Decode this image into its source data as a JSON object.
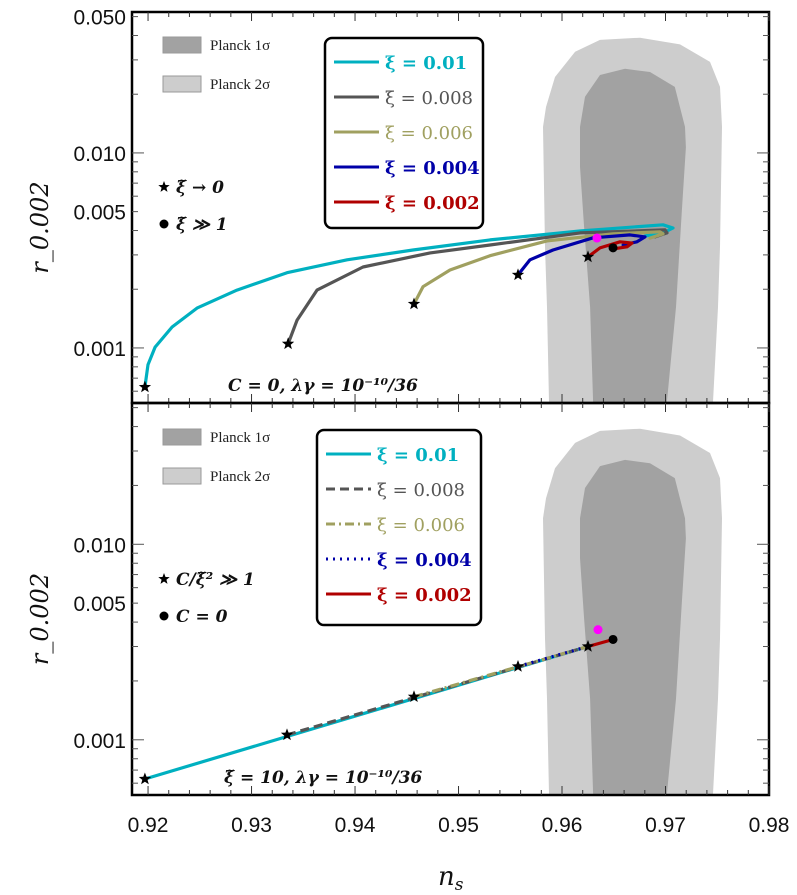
{
  "chart_data": {
    "type": "line",
    "xlabel": "n_s",
    "xlim": [
      0.91845,
      0.98
    ],
    "xticks": [
      "0.92",
      "0.93",
      "0.94",
      "0.95",
      "0.96",
      "0.97",
      "0.98"
    ],
    "xtick_values": [
      0.92,
      0.93,
      0.94,
      0.95,
      0.96,
      0.97,
      0.98
    ],
    "yscale": "log",
    "colors": {
      "c001": "#00b0c0",
      "c0008": "#555555",
      "c0006": "#a0a060",
      "c0004": "#0000a8",
      "c0002": "#b00000",
      "planck1": "#a2a2a2",
      "planck2": "#cdcdcd",
      "magenta": "#ff00ff"
    },
    "contours": {
      "planck_2sigma": [
        [
          0.95874,
          0.000529
        ],
        [
          0.95855,
          0.00162
        ],
        [
          0.95836,
          0.0033
        ],
        [
          0.95816,
          0.0136
        ],
        [
          0.95845,
          0.0172
        ],
        [
          0.95932,
          0.0245
        ],
        [
          0.96126,
          0.033
        ],
        [
          0.96367,
          0.038
        ],
        [
          0.96754,
          0.039
        ],
        [
          0.9714,
          0.036
        ],
        [
          0.9743,
          0.0293
        ],
        [
          0.97527,
          0.0218
        ],
        [
          0.97546,
          0.0136
        ],
        [
          0.97527,
          0.0033
        ],
        [
          0.97507,
          0.00162
        ],
        [
          0.97459,
          0.000529
        ]
      ],
      "planck_1sigma": [
        [
          0.963,
          0.000529
        ],
        [
          0.96271,
          0.00162
        ],
        [
          0.96213,
          0.00417
        ],
        [
          0.96174,
          0.0085
        ],
        [
          0.96174,
          0.0136
        ],
        [
          0.96222,
          0.0194
        ],
        [
          0.96367,
          0.0251
        ],
        [
          0.96609,
          0.027
        ],
        [
          0.9685,
          0.026
        ],
        [
          0.9709,
          0.0218
        ],
        [
          0.97188,
          0.0136
        ],
        [
          0.97197,
          0.0107
        ],
        [
          0.97158,
          0.0051
        ],
        [
          0.97101,
          0.00162
        ],
        [
          0.97013,
          0.000529
        ]
      ]
    },
    "panels": [
      {
        "ylabel": "r_0.002",
        "ylim": [
          0.000522,
          0.0528
        ],
        "yticks": [
          "0.050",
          "0.010",
          "0.005",
          "0.001"
        ],
        "ytick_values": [
          0.05,
          0.01,
          0.005,
          0.001
        ],
        "planck_legend": [
          "Planck 1σ",
          "Planck 2σ"
        ],
        "marker_legend": [
          {
            "marker": "star",
            "label": "ξ̃ → 0"
          },
          {
            "marker": "dot",
            "label": "ξ̃ ≫ 1"
          }
        ],
        "annotation": "C = 0,  λγ = 10⁻¹⁰/36",
        "series": [
          {
            "name": "ξ = 0.01",
            "color": "#00b0c0",
            "style": "solid",
            "points": [
              [
                0.9197,
                0.00063
              ],
              [
                0.92,
                0.00082
              ],
              [
                0.92068,
                0.00101
              ],
              [
                0.92232,
                0.00128
              ],
              [
                0.92473,
                0.0016
              ],
              [
                0.9286,
                0.00198
              ],
              [
                0.93343,
                0.00243
              ],
              [
                0.93923,
                0.00283
              ],
              [
                0.9456,
                0.00318
              ],
              [
                0.95304,
                0.00358
              ],
              [
                0.96174,
                0.00398
              ],
              [
                0.96976,
                0.00428
              ],
              [
                0.97072,
                0.00412
              ],
              [
                0.96976,
                0.00389
              ],
              [
                0.96802,
                0.00375
              ]
            ]
          },
          {
            "name": "ξ = 0.008",
            "color": "#555555",
            "style": "solid",
            "points": [
              [
                0.93353,
                0.00105
              ],
              [
                0.9344,
                0.00139
              ],
              [
                0.93633,
                0.00198
              ],
              [
                0.94077,
                0.0026
              ],
              [
                0.94725,
                0.00307
              ],
              [
                0.95304,
                0.00337
              ],
              [
                0.96174,
                0.00389
              ],
              [
                0.96995,
                0.00403
              ],
              [
                0.97014,
                0.00389
              ],
              [
                0.96899,
                0.00371
              ]
            ]
          },
          {
            "name": "ξ = 0.006",
            "color": "#a0a060",
            "style": "solid",
            "points": [
              [
                0.9457,
                0.00168
              ],
              [
                0.94657,
                0.00206
              ],
              [
                0.94918,
                0.00251
              ],
              [
                0.95304,
                0.00297
              ],
              [
                0.95855,
                0.00354
              ],
              [
                0.96493,
                0.00385
              ],
              [
                0.96947,
                0.00394
              ],
              [
                0.96976,
                0.00385
              ],
              [
                0.9685,
                0.00366
              ]
            ]
          },
          {
            "name": "ξ = 0.004",
            "color": "#0000a8",
            "style": "solid",
            "points": [
              [
                0.95575,
                0.00237
              ],
              [
                0.95691,
                0.00283
              ],
              [
                0.95913,
                0.00318
              ],
              [
                0.963,
                0.00367
              ],
              [
                0.96657,
                0.0038
              ],
              [
                0.96802,
                0.00371
              ],
              [
                0.96725,
                0.0035
              ],
              [
                0.9659,
                0.00337
              ]
            ]
          },
          {
            "name": "ξ = 0.002",
            "color": "#b00000",
            "style": "solid",
            "points": [
              [
                0.96251,
                0.00293
              ],
              [
                0.96367,
                0.00326
              ],
              [
                0.9656,
                0.0035
              ],
              [
                0.96676,
                0.00345
              ],
              [
                0.96628,
                0.0033
              ],
              [
                0.96493,
                0.00322
              ]
            ]
          }
        ],
        "stars": [
          [
            0.9197,
            0.00063
          ],
          [
            0.93353,
            0.00105
          ],
          [
            0.9457,
            0.00168
          ],
          [
            0.95575,
            0.00237
          ],
          [
            0.96251,
            0.00293
          ]
        ],
        "dots": [
          [
            0.96493,
            0.00326
          ]
        ],
        "magenta_dots": [
          [
            0.96338,
            0.00366
          ]
        ]
      },
      {
        "ylabel": "r_0.002",
        "ylim": [
          0.000522,
          0.0528
        ],
        "yticks": [
          "0.010",
          "0.005",
          "0.001"
        ],
        "ytick_values": [
          0.01,
          0.005,
          0.001
        ],
        "planck_legend": [
          "Planck 1σ",
          "Planck 2σ"
        ],
        "marker_legend": [
          {
            "marker": "star",
            "label": "C/ξ̃² ≫ 1"
          },
          {
            "marker": "dot",
            "label": "C = 0"
          }
        ],
        "annotation": "ξ̃ = 10,  λγ = 10⁻¹⁰/36",
        "series": [
          {
            "name": "ξ = 0.01",
            "color": "#00b0c0",
            "style": "solid",
            "points": [
              [
                0.9197,
                0.00063
              ],
              [
                0.96251,
                0.003
              ]
            ]
          },
          {
            "name": "ξ = 0.008",
            "color": "#555555",
            "style": "dashed",
            "points": [
              [
                0.93343,
                0.00106
              ],
              [
                0.96251,
                0.003
              ]
            ]
          },
          {
            "name": "ξ = 0.006",
            "color": "#a0a060",
            "style": "dashdot",
            "points": [
              [
                0.9457,
                0.00166
              ],
              [
                0.96251,
                0.003
              ]
            ]
          },
          {
            "name": "ξ = 0.004",
            "color": "#0000a8",
            "style": "dotted",
            "points": [
              [
                0.95575,
                0.00237
              ],
              [
                0.96251,
                0.003
              ]
            ]
          },
          {
            "name": "ξ = 0.002",
            "color": "#b00000",
            "style": "solid",
            "points": [
              [
                0.96251,
                0.003
              ],
              [
                0.96493,
                0.00326
              ]
            ]
          }
        ],
        "stars": [
          [
            0.9197,
            0.00063
          ],
          [
            0.93343,
            0.00106
          ],
          [
            0.9457,
            0.00166
          ],
          [
            0.95575,
            0.00237
          ],
          [
            0.96251,
            0.003
          ]
        ],
        "dots": [
          [
            0.96493,
            0.00326
          ]
        ],
        "magenta_dots": [
          [
            0.96348,
            0.00366
          ]
        ]
      }
    ]
  }
}
